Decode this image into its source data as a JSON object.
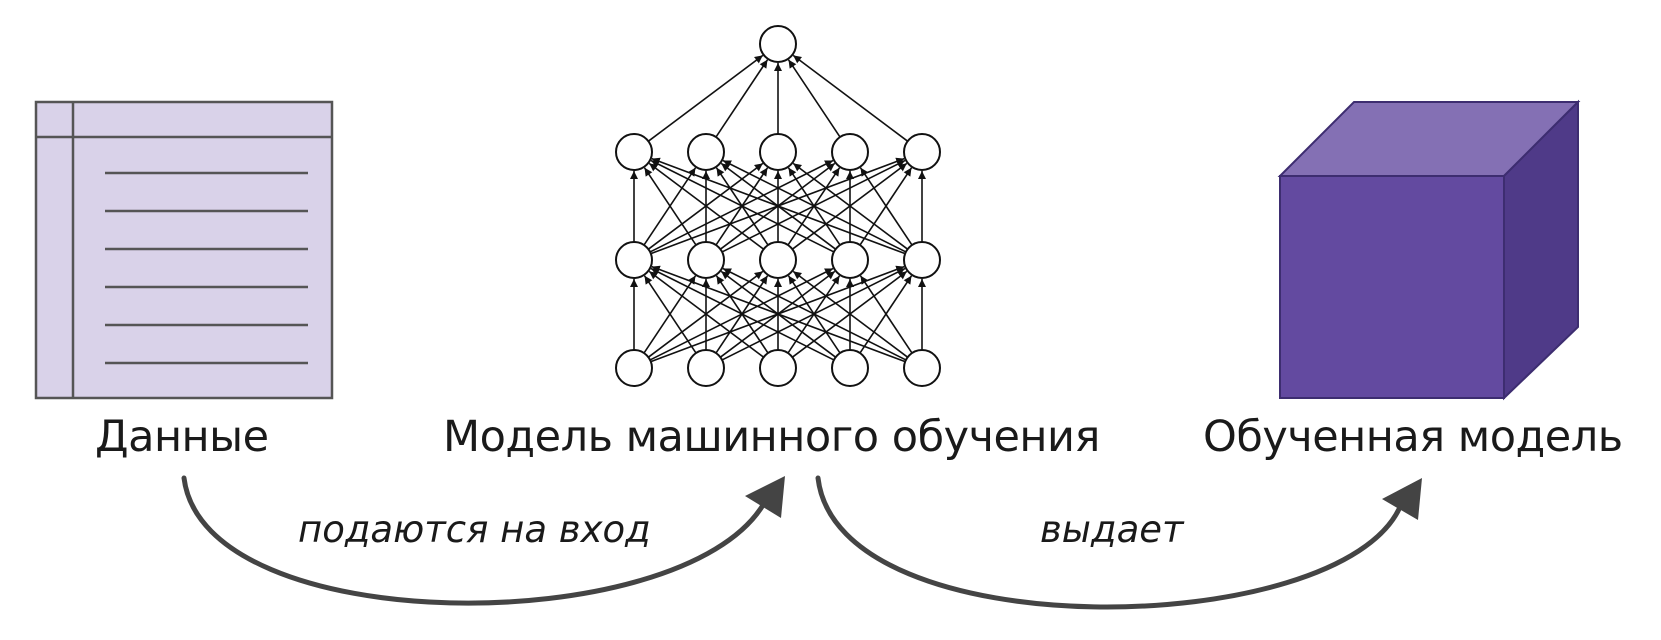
{
  "nodes": {
    "data": {
      "label": "Данные",
      "icon": "data-table-icon"
    },
    "model": {
      "label": "Модель машинного обучения",
      "icon": "neural-network-icon"
    },
    "trained": {
      "label": "Обученная модель",
      "icon": "cube-icon"
    }
  },
  "edges": {
    "input": {
      "label": "подаются на вход"
    },
    "output": {
      "label": "выдает"
    }
  },
  "network": {
    "layers": [
      5,
      5,
      5,
      1
    ]
  },
  "colors": {
    "table_fill": "#d9d2e9",
    "table_stroke": "#555555",
    "cube_front": "#634aa0",
    "cube_top": "#8470b4",
    "cube_side": "#4f3a88",
    "arrow": "#444444",
    "neuron_stroke": "#111111"
  }
}
